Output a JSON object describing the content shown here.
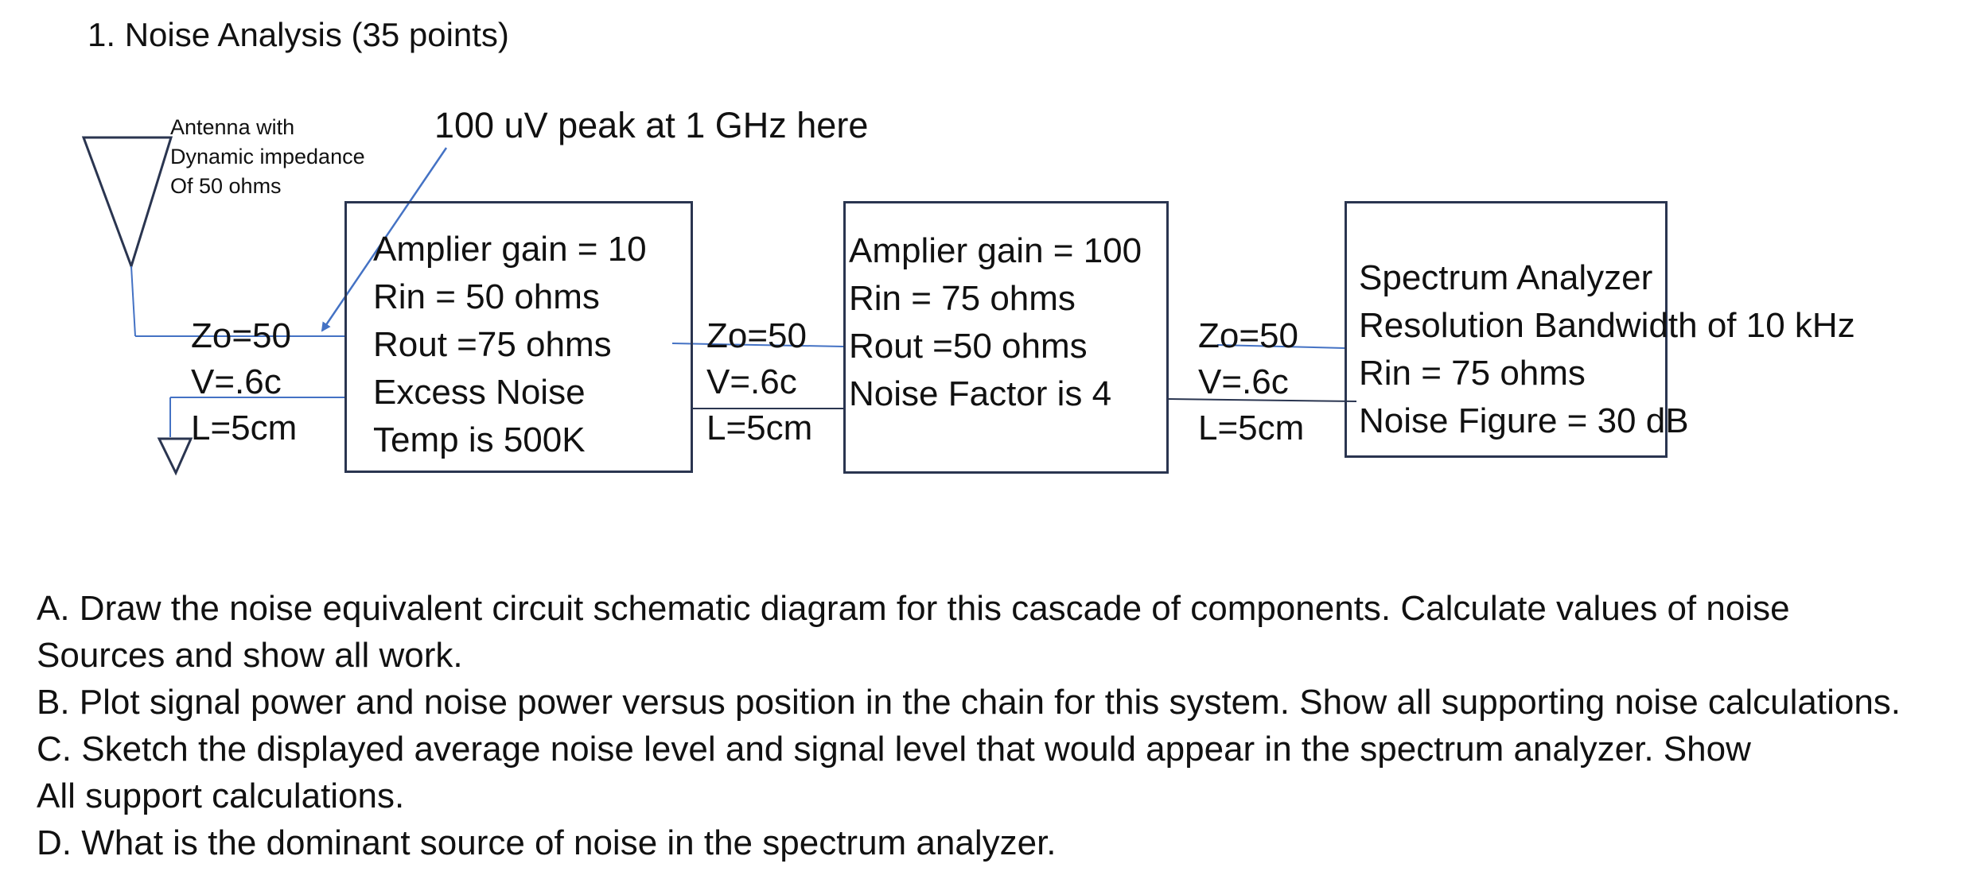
{
  "title": "1. Noise Analysis (35 points)",
  "antenna_note": [
    "Antenna with",
    "Dynamic impedance",
    "Of 50 ohms"
  ],
  "signal_note": "100 uV peak at 1 GHz here",
  "amp1": [
    "Amplier gain = 10",
    "Rin = 50 ohms",
    "Rout =75 ohms",
    "Excess Noise",
    "Temp is 500K"
  ],
  "amp2": [
    "Amplier gain = 100",
    "Rin = 75 ohms",
    "Rout =50 ohms",
    "Noise Factor is 4"
  ],
  "analyzer": [
    "Spectrum Analyzer",
    "Resolution Bandwidth of 10 kHz",
    "Rin = 75 ohms",
    "Noise Figure = 30 dB"
  ],
  "tline1": [
    "Zo=50",
    "V=.6c",
    "L=5cm"
  ],
  "tline2": [
    "Zo=50",
    "V=.6c",
    "L=5cm"
  ],
  "tline3": [
    "Zo=50",
    "V=.6c",
    "L=5cm"
  ],
  "questions": [
    "A. Draw the noise equivalent circuit schematic diagram for this cascade of components. Calculate values of noise",
    "Sources and show all work.",
    "B. Plot signal power and noise power versus position in the chain for this system.  Show all supporting noise calculations.",
    "C.  Sketch the displayed average noise level and signal level that would appear in the spectrum analyzer.  Show",
    "All support calculations.",
    "D. What is the dominant source of noise in the spectrum analyzer."
  ],
  "colors": {
    "wire": "#4472c4",
    "box_border": "#2a3550",
    "text": "#111111"
  }
}
